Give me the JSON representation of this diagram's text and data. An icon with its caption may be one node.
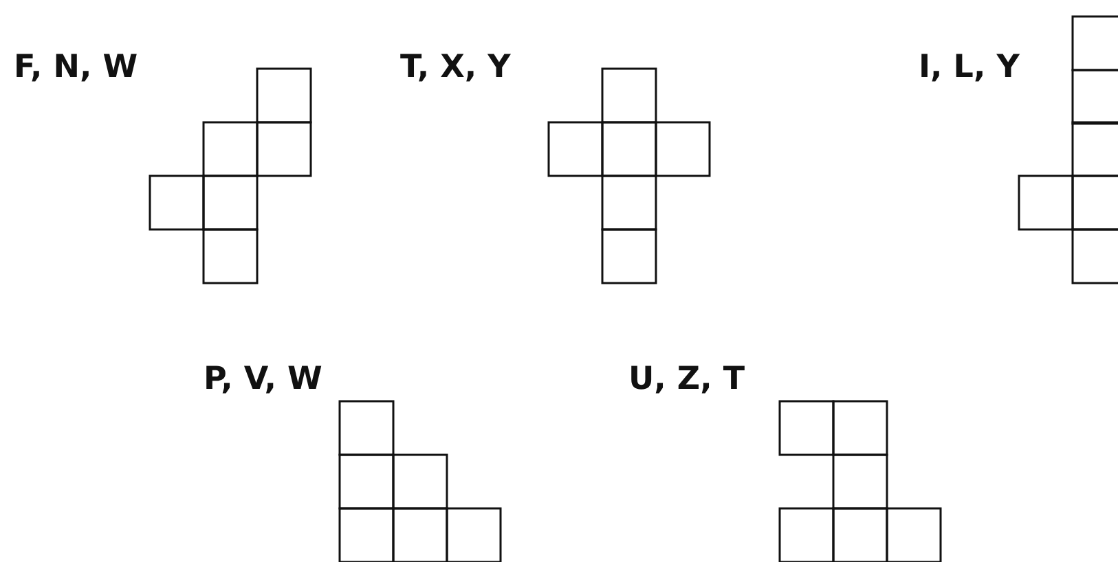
{
  "diagram": {
    "labels": [
      "F, N, W",
      "T, X, Y",
      "I, L, Y",
      "P, V, W",
      "U, Z, T"
    ]
  }
}
